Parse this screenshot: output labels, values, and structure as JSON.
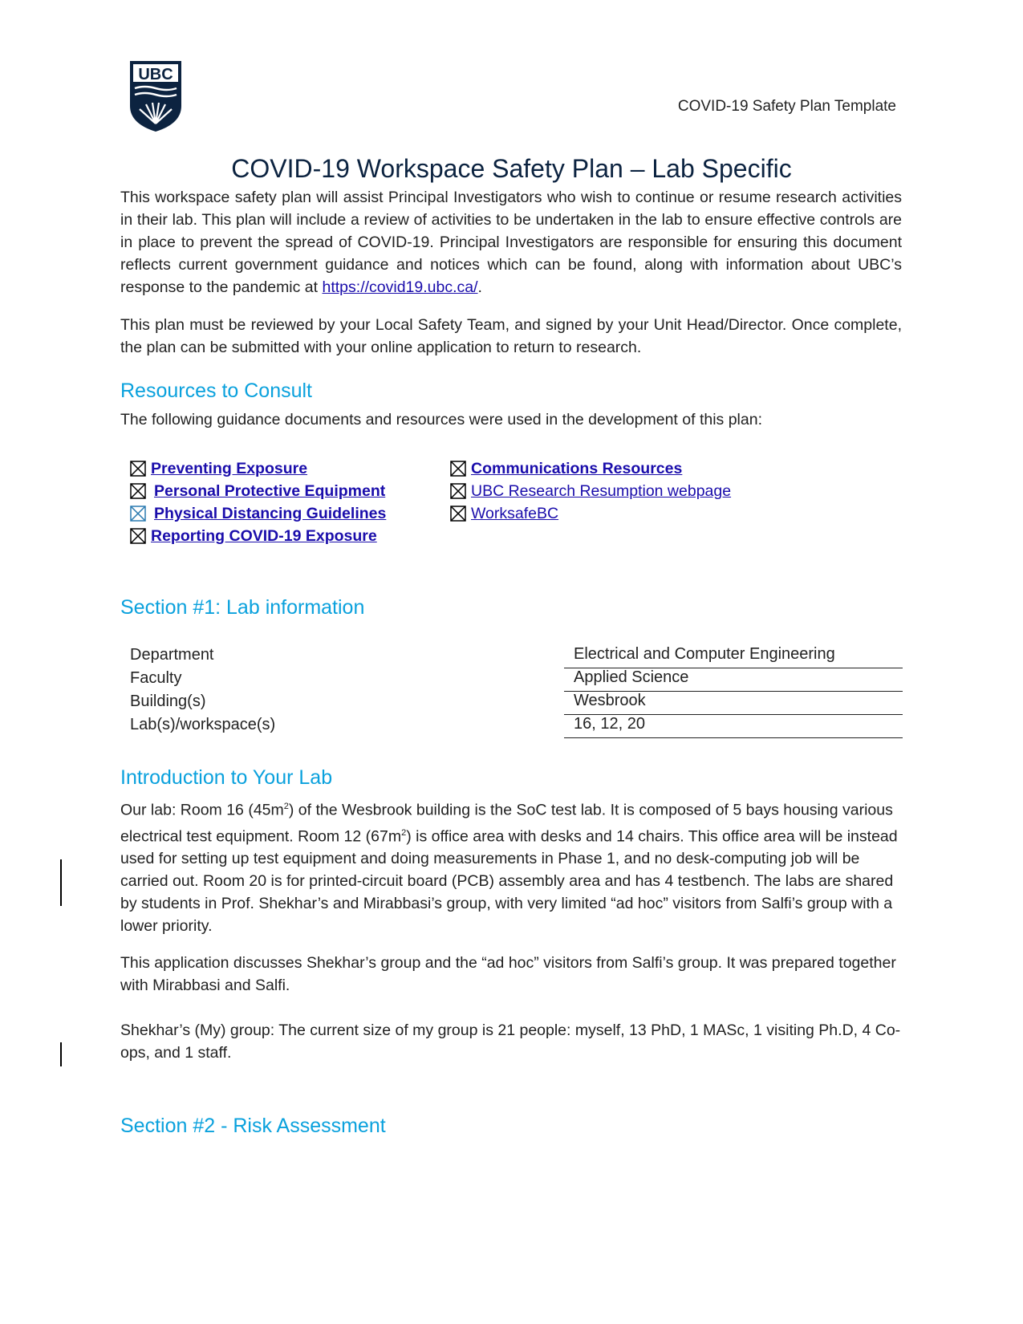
{
  "header": {
    "logo_text": "UBC",
    "right_text": "COVID-19 Safety Plan Template"
  },
  "title": "COVID-19 Workspace Safety Plan – Lab Specific",
  "intro": {
    "p1_text": "This workspace safety plan will assist Principal Investigators who wish to continue or resume research activities in their lab.  This plan will include a review of activities to be undertaken in the lab to ensure effective controls are in place to prevent the spread of COVID-19.  Principal Investigators are responsible for ensuring this document reflects current government guidance and notices which can be found, along with information about UBC’s response to the pandemic at ",
    "p1_link": "https://covid19.ubc.ca/",
    "p1_end": ".",
    "p2_text": "This plan must be reviewed by your Local Safety Team, and signed by your Unit Head/Director. Once complete, the plan can be submitted with your online application to return to research."
  },
  "resources": {
    "heading": "Resources to Consult",
    "lead": "The following guidance documents and resources were used in the development of this plan:",
    "left": [
      {
        "label": "Preventing Exposure",
        "checked": true
      },
      {
        "label": "Personal Protective Equipment",
        "checked": true
      },
      {
        "label": "Physical Distancing Guidelines",
        "checked": true
      },
      {
        "label": "Reporting COVID-19 Exposure",
        "checked": true
      }
    ],
    "right": [
      {
        "label": "Communications Resources",
        "checked": true
      },
      {
        "label": "UBC Research Resumption webpage",
        "checked": true
      },
      {
        "label": "WorksafeBC",
        "checked": true
      }
    ]
  },
  "section1": {
    "heading": "Section #1: Lab information",
    "fields": [
      {
        "label": "Department",
        "value": "Electrical and Computer Engineering"
      },
      {
        "label": "Faculty",
        "value": "Applied Science"
      },
      {
        "label": "Building(s)",
        "value": "Wesbrook"
      },
      {
        "label": "Lab(s)/workspace(s)",
        "value": "16, 12, 20"
      }
    ]
  },
  "intro_lab": {
    "heading": "Introduction to Your Lab",
    "p1_a": "Our lab: Room 16 (45m",
    "p1_sup1": "2",
    "p1_b": ") of the Wesbrook building is the SoC test lab. It is composed of 5 bays housing various electrical test equipment. Room 12 (67m",
    "p1_sup2": "2",
    "p1_c": ") is office area with desks and 14 chairs. This office area will be instead used for setting up test equipment and doing measurements in Phase 1, and no desk-computing job will be carried out. Room 20 is for printed-circuit board (PCB) assembly area and has 4 testbench. The labs are shared by students in Prof. Shekhar’s and Mirabbasi’s group, with very limited “ad hoc” visitors from Salfi’s group with a lower priority.",
    "p2": "This application discusses Shekhar’s group and the “ad hoc” visitors from Salfi’s group. It was prepared together with Mirabbasi and Salfi.",
    "p3": "Shekhar’s (My) group: The current size of my group is 21 people: myself, 13 PhD, 1 MASc, 1 visiting Ph.D, 4 Co-ops, and 1 staff."
  },
  "section2": {
    "heading": "Section #2 - Risk Assessment"
  },
  "colors": {
    "title": "#0c2340",
    "heading": "#0aa1dd",
    "link": "#1a0dab",
    "logo": "#0c2340"
  }
}
